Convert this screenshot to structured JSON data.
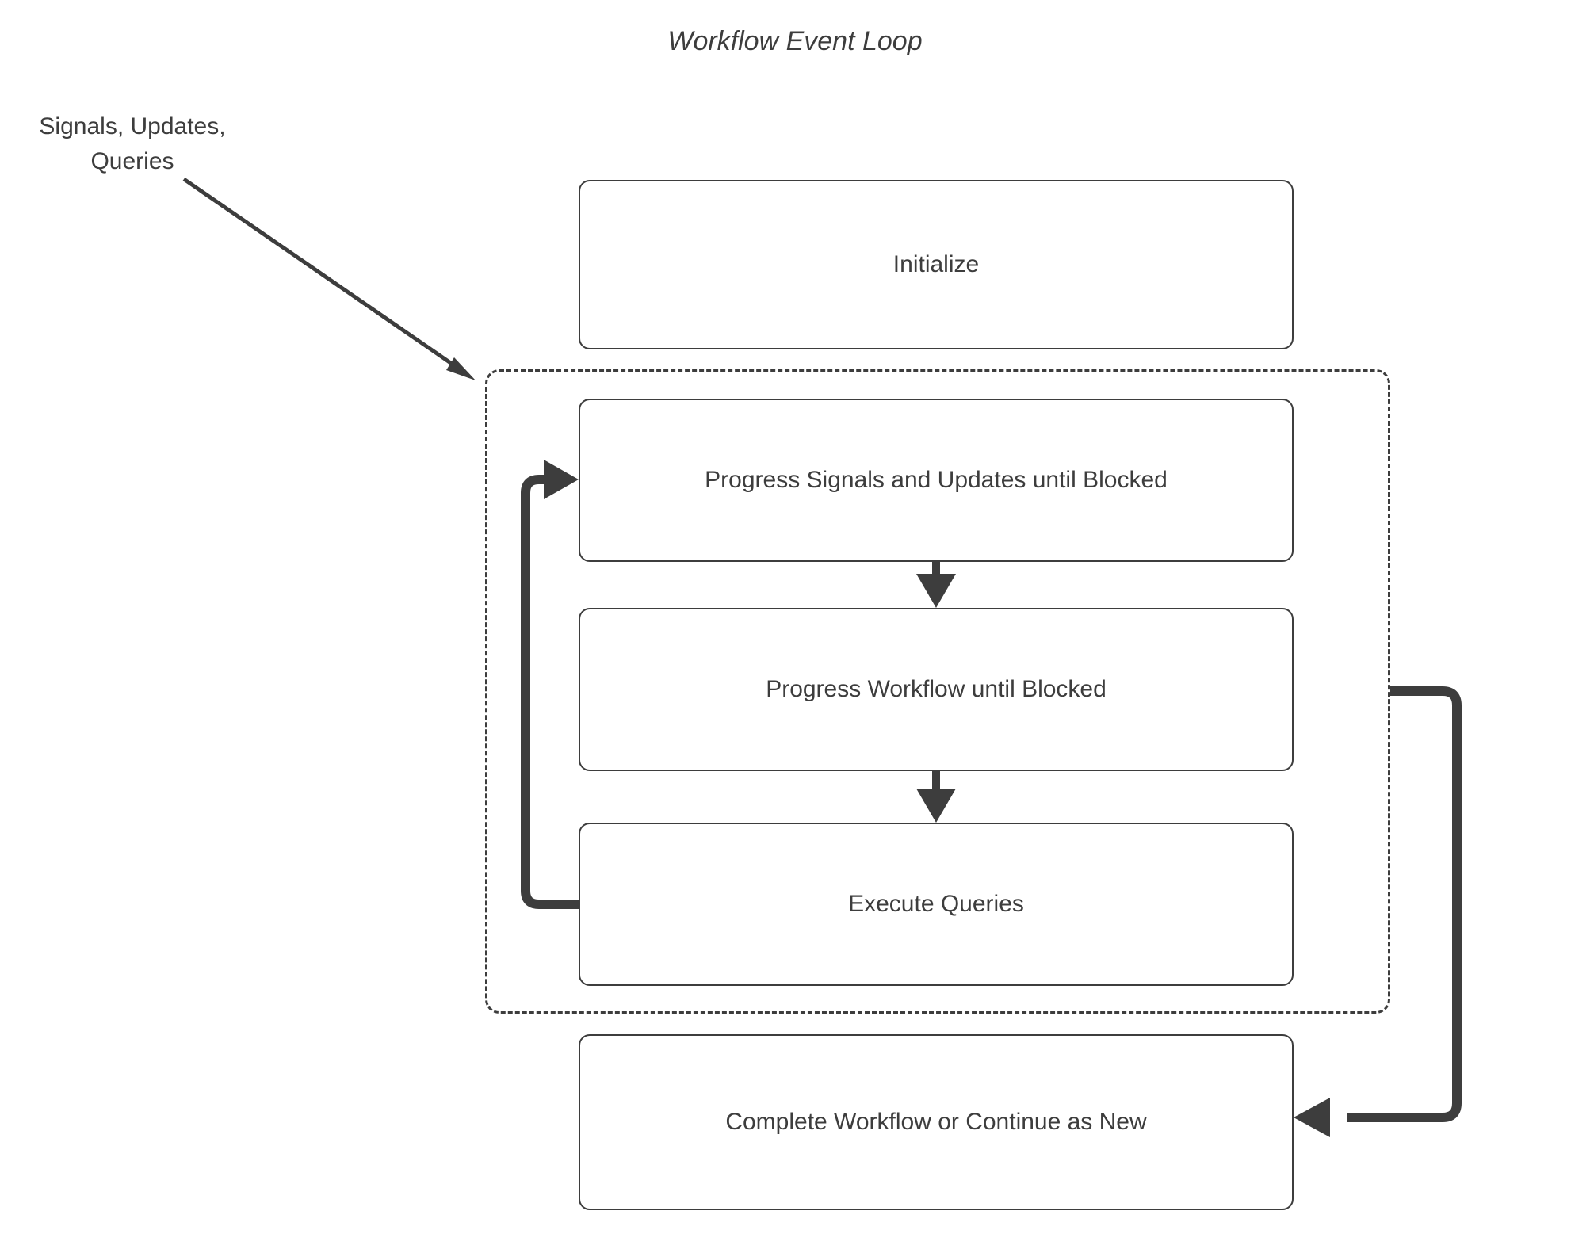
{
  "diagram": {
    "title": "Workflow Event Loop",
    "type": "flowchart",
    "background_color": "#ffffff",
    "stroke_color": "#3d3d3d",
    "text_color": "#3d3d3d",
    "external_label": "Signals, Updates,\nQueries",
    "nodes": [
      {
        "id": "initialize",
        "label": "Initialize"
      },
      {
        "id": "progress-signals-updates",
        "label": "Progress Signals and Updates until Blocked"
      },
      {
        "id": "progress-workflow",
        "label": "Progress Workflow until Blocked"
      },
      {
        "id": "execute-queries",
        "label": "Execute Queries"
      },
      {
        "id": "complete-workflow",
        "label": "Complete Workflow or Continue as New"
      }
    ],
    "loop_container": {
      "label": "",
      "style": "dashed"
    },
    "edges": [
      {
        "from": "external-signals",
        "to": "loop-container",
        "style": "diagonal-arrow"
      },
      {
        "from": "progress-signals-updates",
        "to": "progress-workflow",
        "style": "arrow-down"
      },
      {
        "from": "progress-workflow",
        "to": "execute-queries",
        "style": "arrow-down"
      },
      {
        "from": "execute-queries",
        "to": "progress-signals-updates",
        "style": "loop-back-left"
      },
      {
        "from": "loop-container",
        "to": "complete-workflow",
        "style": "exit-right-down"
      }
    ]
  }
}
